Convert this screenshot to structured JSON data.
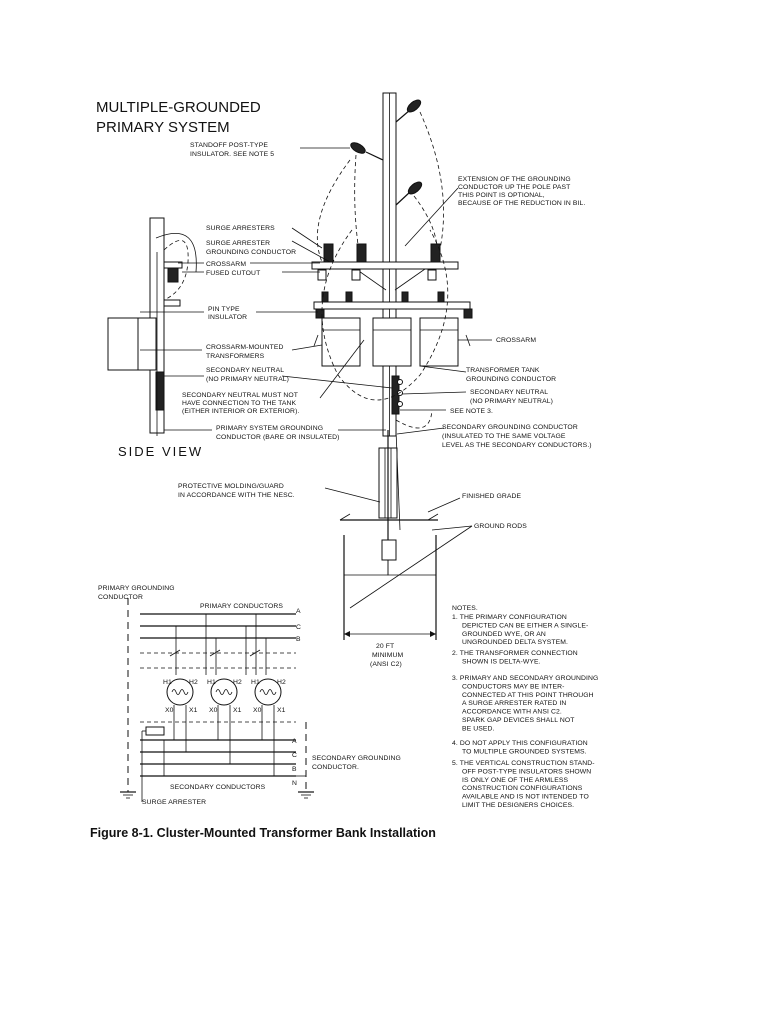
{
  "diagram": {
    "title_line1": "MULTIPLE-GROUNDED",
    "title_line2": "PRIMARY SYSTEM",
    "side_view": "SIDE VIEW",
    "labels": {
      "standoff": [
        "STANDOFF POST-TYPE",
        "INSULATOR. SEE NOTE 5"
      ],
      "extension": [
        "EXTENSION OF THE GROUNDING",
        "CONDUCTOR UP THE POLE PAST",
        "THIS POINT IS OPTIONAL,",
        "BECAUSE OF THE REDUCTION IN BIL."
      ],
      "surge_arresters": "SURGE ARRESTERS",
      "arrester_grounding": [
        "SURGE ARRESTER",
        "GROUNDING CONDUCTOR"
      ],
      "crossarm_top": "CROSSARM",
      "fused_cutout": "FUSED CUTOUT",
      "pin_type": [
        "PIN TYPE",
        "INSULATOR"
      ],
      "crossarm_mounted": [
        "CROSSARM-MOUNTED",
        "TRANSFORMERS"
      ],
      "secondary_neutral_left": [
        "SECONDARY NEUTRAL",
        "(NO PRIMARY NEUTRAL)"
      ],
      "neutral_must_not": [
        "SECONDARY NEUTRAL MUST NOT",
        "HAVE CONNECTION TO THE TANK",
        "(EITHER INTERIOR OR EXTERIOR)."
      ],
      "crossarm_right": "CROSSARM",
      "tank_grounding": [
        "TRANSFORMER TANK",
        "GROUNDING CONDUCTOR"
      ],
      "secondary_neutral_right": [
        "SECONDARY NEUTRAL",
        "(NO PRIMARY NEUTRAL)"
      ],
      "see_note_3": "SEE NOTE 3.",
      "primary_grounding": [
        "PRIMARY SYSTEM GROUNDING",
        "CONDUCTOR (BARE OR INSULATED)"
      ],
      "secondary_grounding": [
        "SECONDARY GROUNDING CONDUCTOR",
        "(INSULATED TO THE SAME VOLTAGE",
        "LEVEL AS THE SECONDARY CONDUCTORS.)"
      ],
      "protective_molding": [
        "PROTECTIVE MOLDING/GUARD",
        "IN ACCORDANCE WITH THE NESC."
      ],
      "finished_grade": "FINISHED GRADE",
      "ground_rods": "GROUND RODS",
      "min_spacing": [
        "20 FT",
        "MINIMUM",
        "(ANSI C2)"
      ]
    },
    "schematic": {
      "primary_grounding": [
        "PRIMARY GROUNDING",
        "CONDUCTOR"
      ],
      "primary_conductors": "PRIMARY CONDUCTORS",
      "phases_top": [
        "A",
        "C",
        "B"
      ],
      "transformers": [
        {
          "h1": "H1",
          "h2": "H2",
          "x0": "X0",
          "x1": "X1"
        },
        {
          "h1": "H1",
          "h2": "H2",
          "x0": "X0",
          "x1": "X1"
        },
        {
          "h1": "H1",
          "h2": "H2",
          "x0": "X0",
          "x1": "X1"
        }
      ],
      "phases_bottom": [
        "A",
        "C",
        "B",
        "N"
      ],
      "secondary_grounding": [
        "SECONDARY GROUNDING",
        "CONDUCTOR."
      ],
      "secondary_conductors": "SECONDARY CONDUCTORS",
      "surge_arrester": "SURGE ARRESTER"
    },
    "notes": {
      "heading": "NOTES.",
      "items": [
        [
          "1. THE PRIMARY CONFIGURATION",
          "DEPICTED CAN BE EITHER A SINGLE-",
          "GROUNDED WYE, OR AN",
          "UNGROUNDED DELTA SYSTEM."
        ],
        [
          "2. THE TRANSFORMER CONNECTION",
          "SHOWN IS DELTA-WYE."
        ],
        [
          "3. PRIMARY AND SECONDARY GROUNDING",
          "CONDUCTORS MAY BE INTER-",
          "CONNECTED AT THIS POINT THROUGH",
          "A SURGE ARRESTER RATED IN",
          "ACCORDANCE WITH ANSI C2.",
          "SPARK GAP DEVICES SHALL NOT",
          "BE USED."
        ],
        [
          "4. DO NOT APPLY THIS CONFIGURATION",
          "TO MULTIPLE GROUNDED SYSTEMS."
        ],
        [
          "5. THE VERTICAL CONSTRUCTION STAND-",
          "OFF POST-TYPE INSULATORS SHOWN",
          "IS ONLY ONE OF THE ARMLESS",
          "CONSTRUCTION CONFIGURATIONS",
          "AVAILABLE AND IS NOT INTENDED TO",
          "LIMIT THE DESIGNERS CHOICES."
        ]
      ]
    }
  },
  "caption": "Figure 8-1. Cluster-Mounted Transformer Bank Installation"
}
